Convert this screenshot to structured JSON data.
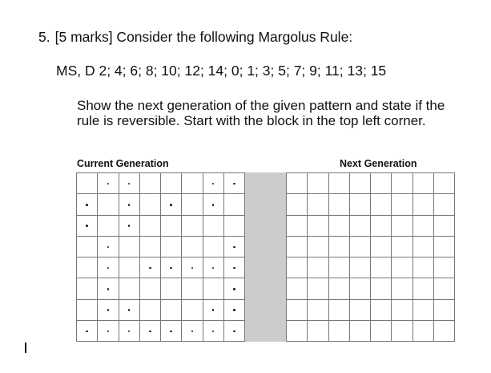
{
  "question": {
    "number": "5.",
    "text": "[5 marks] Consider the following Margolus Rule:",
    "rule": "MS, D 2; 4; 6; 8; 10; 12; 14; 0; 1; 3; 5; 7; 9; 11; 13; 15",
    "instructions": "Show the next generation of the given pattern and state if the rule is reversible. Start with the block in the top left corner."
  },
  "current_label": "Current Generation",
  "next_label": "Next Generation",
  "current_grid": [
    [
      0,
      1,
      1,
      0,
      0,
      0,
      1,
      1
    ],
    [
      1,
      0,
      1,
      0,
      1,
      0,
      1,
      0
    ],
    [
      1,
      0,
      1,
      0,
      0,
      0,
      0,
      0
    ],
    [
      0,
      1,
      0,
      0,
      0,
      0,
      0,
      1
    ],
    [
      0,
      1,
      0,
      1,
      1,
      1,
      1,
      1
    ],
    [
      0,
      1,
      0,
      0,
      0,
      0,
      0,
      1
    ],
    [
      0,
      1,
      1,
      0,
      0,
      0,
      1,
      1
    ],
    [
      1,
      1,
      1,
      1,
      1,
      1,
      1,
      1
    ]
  ],
  "next_grid": [
    [
      0,
      0,
      0,
      0,
      0,
      0,
      0,
      0
    ],
    [
      0,
      0,
      0,
      0,
      0,
      0,
      0,
      0
    ],
    [
      0,
      0,
      0,
      0,
      0,
      0,
      0,
      0
    ],
    [
      0,
      0,
      0,
      0,
      0,
      0,
      0,
      0
    ],
    [
      0,
      0,
      0,
      0,
      0,
      0,
      0,
      0
    ],
    [
      0,
      0,
      0,
      0,
      0,
      0,
      0,
      0
    ],
    [
      0,
      0,
      0,
      0,
      0,
      0,
      0,
      0
    ],
    [
      0,
      0,
      0,
      0,
      0,
      0,
      0,
      0
    ]
  ]
}
